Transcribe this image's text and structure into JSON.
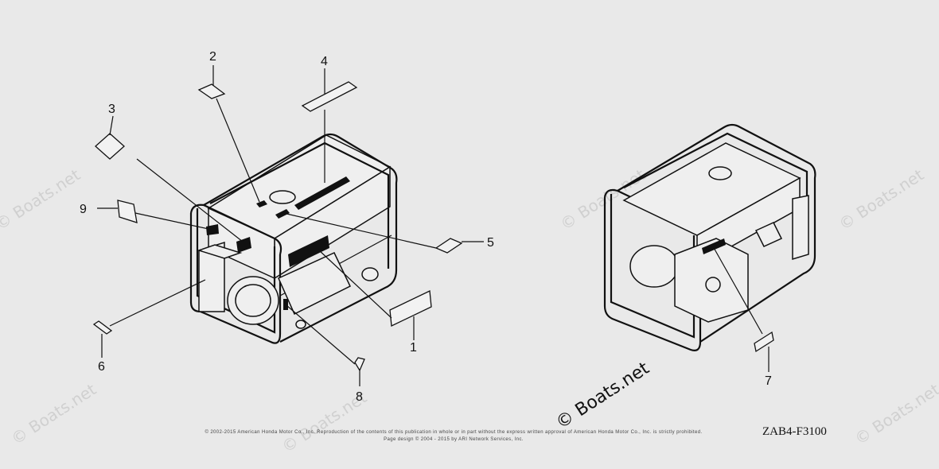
{
  "callouts": [
    "1",
    "2",
    "3",
    "4",
    "5",
    "6",
    "7",
    "8",
    "9"
  ],
  "watermark": "© Boats.net",
  "brand": "© Boats.net",
  "part_code": "ZAB4-F3100",
  "copyright_line1": "© 2002-2015 American Honda Motor Co., Inc. Reproduction of the contents of this publication in whole or in part without the express written approval of American Honda Motor Co., Inc. is strictly prohibited.",
  "copyright_line2": "Page design © 2004 - 2015 by ARI Network Services, Inc.",
  "colors": {
    "background": "#e9e9e9",
    "line": "#111111",
    "watermark": "#d0d0d0"
  }
}
